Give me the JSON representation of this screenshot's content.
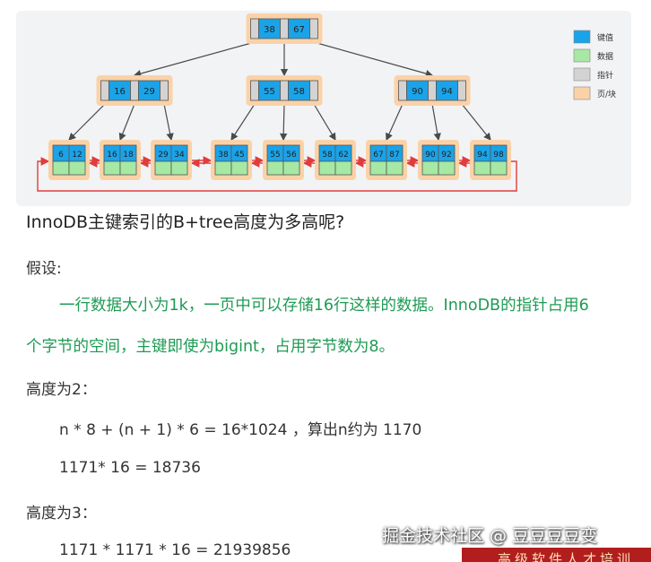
{
  "diagram": {
    "root": {
      "keys": [
        "38",
        "67"
      ]
    },
    "internal": [
      {
        "keys": [
          "16",
          "29"
        ]
      },
      {
        "keys": [
          "55",
          "58"
        ]
      },
      {
        "keys": [
          "90",
          "94"
        ]
      }
    ],
    "leaves": [
      {
        "keys": [
          "6",
          "12"
        ]
      },
      {
        "keys": [
          "16",
          "18"
        ]
      },
      {
        "keys": [
          "29",
          "34"
        ]
      },
      {
        "keys": [
          "38",
          "45"
        ]
      },
      {
        "keys": [
          "55",
          "56"
        ]
      },
      {
        "keys": [
          "58",
          "62"
        ]
      },
      {
        "keys": [
          "67",
          "87"
        ]
      },
      {
        "keys": [
          "90",
          "92"
        ]
      },
      {
        "keys": [
          "94",
          "98"
        ]
      }
    ],
    "legend": [
      {
        "label": "键值",
        "color": "#1aa3e8"
      },
      {
        "label": "数据",
        "color": "#a6e8a4"
      },
      {
        "label": "指针",
        "color": "#d3d3d3"
      },
      {
        "label": "页/块",
        "color": "#fbd2a8"
      }
    ],
    "colors": {
      "key": "#1aa3e8",
      "data": "#a6e8a4",
      "pointer": "#d3d3d3",
      "page": "#fbd2a8",
      "link": "#e03c3c",
      "edge": "#4a4a4a"
    }
  },
  "text": {
    "question": "InnoDB主键索引的B+tree高度为多高呢?",
    "assume_label": "假设:",
    "assume_line1": "一行数据大小为1k，一页中可以存储16行这样的数据。InnoDB的指针占用6",
    "assume_line2": "个字节的空间，主键即使为bigint，占用字节数为8。",
    "h2_label": "高度为2：",
    "h2_formula": "n * 8 + (n + 1) * 6 = 16*1024 ，算出n约为 1170",
    "h2_result": "1171* 16 = 18736",
    "h3_label": "高度为3：",
    "h3_formula": "1171 * 1171 * 16 = 21939856"
  },
  "watermark": "掘金技术社区 @ 豆豆豆豆变",
  "banner": "高级软件人才培训"
}
